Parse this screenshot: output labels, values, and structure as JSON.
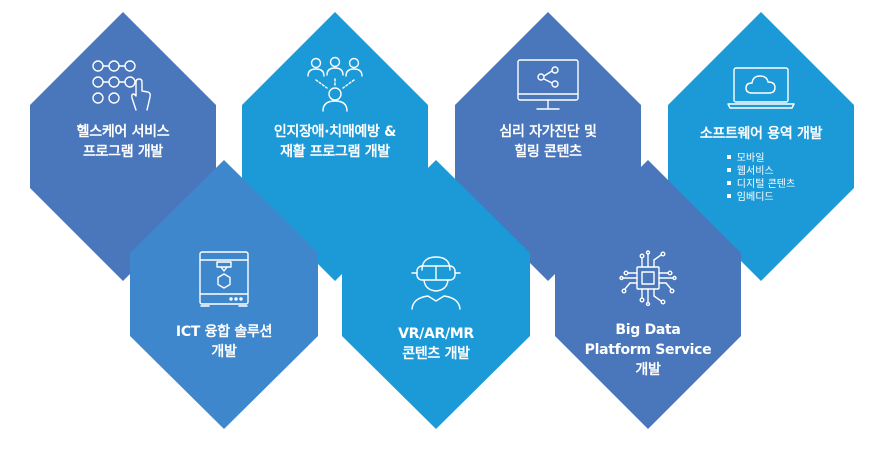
{
  "colors": {
    "hex_dark": "#4a76bb",
    "hex_mid": "#3f87cc",
    "hex_light": "#1c9ad8",
    "text": "#ffffff"
  },
  "tiles": [
    {
      "icon": "grid-touch-icon",
      "title_lines": [
        "헬스케어 서비스",
        "프로그램 개발"
      ]
    },
    {
      "icon": "people-network-icon",
      "title_lines": [
        "인지장애·치매예방 &",
        "재활 프로그램 개발"
      ]
    },
    {
      "icon": "monitor-share-icon",
      "title_lines": [
        "심리 자가진단 및",
        "힐링 콘텐츠"
      ]
    },
    {
      "icon": "laptop-cloud-icon",
      "title_lines": [
        "소프트웨어 용역 개발"
      ],
      "bullets": [
        "모바일",
        "웹서비스",
        "디지털 콘텐츠",
        "임베디드"
      ]
    },
    {
      "icon": "3d-printer-icon",
      "title_lines": [
        "ICT 융합 솔루션",
        "개발"
      ]
    },
    {
      "icon": "vr-headset-icon",
      "title_lines": [
        "VR/AR/MR",
        "콘텐츠 개발"
      ]
    },
    {
      "icon": "cpu-chip-icon",
      "title_lines": [
        "Big Data",
        "Platform Service",
        "개발"
      ]
    }
  ]
}
